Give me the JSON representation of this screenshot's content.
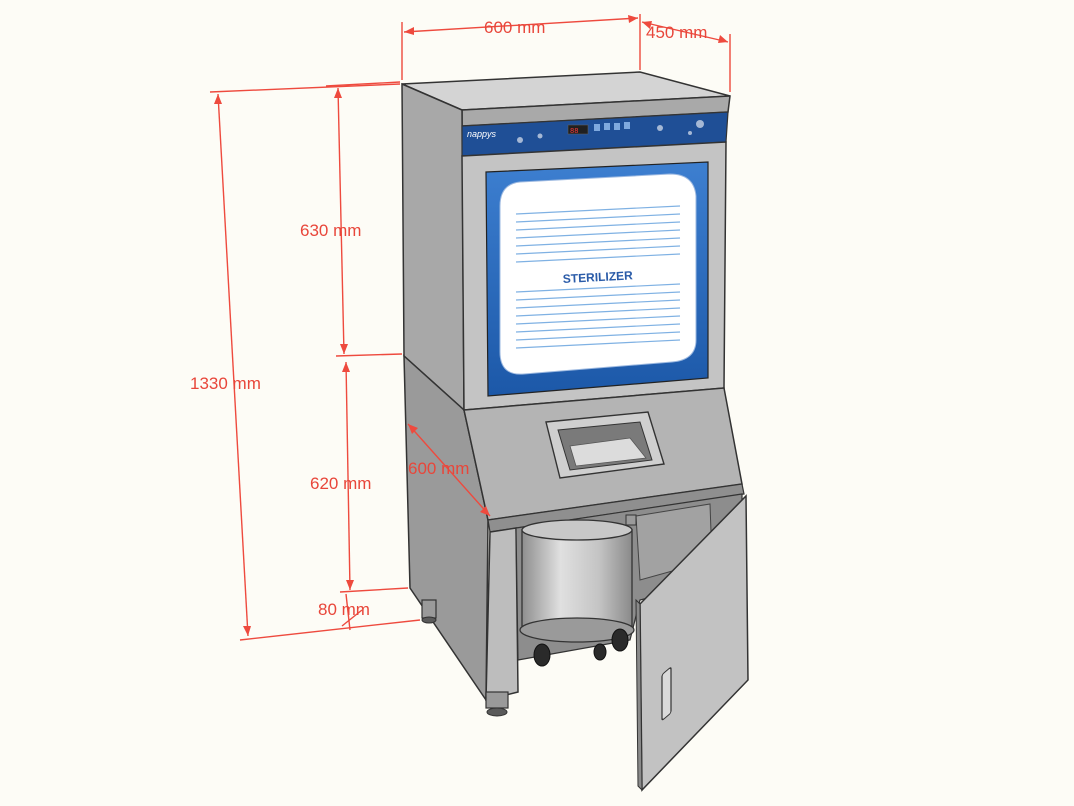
{
  "product": {
    "brand": "nappys",
    "screen_label": "STERILIZER"
  },
  "dimensions": {
    "width_top": "600 mm",
    "depth_top": "450 mm",
    "total_height": "1330 mm",
    "upper_height": "630 mm",
    "lower_height": "620 mm",
    "leg_height": "80 mm",
    "base_depth": "600 mm"
  },
  "colors": {
    "dimension": "#ee4a3e",
    "cabinet": "#b9b9b9",
    "panel_blue": "#1f5fb0",
    "screen_bg": "#ffffff"
  }
}
